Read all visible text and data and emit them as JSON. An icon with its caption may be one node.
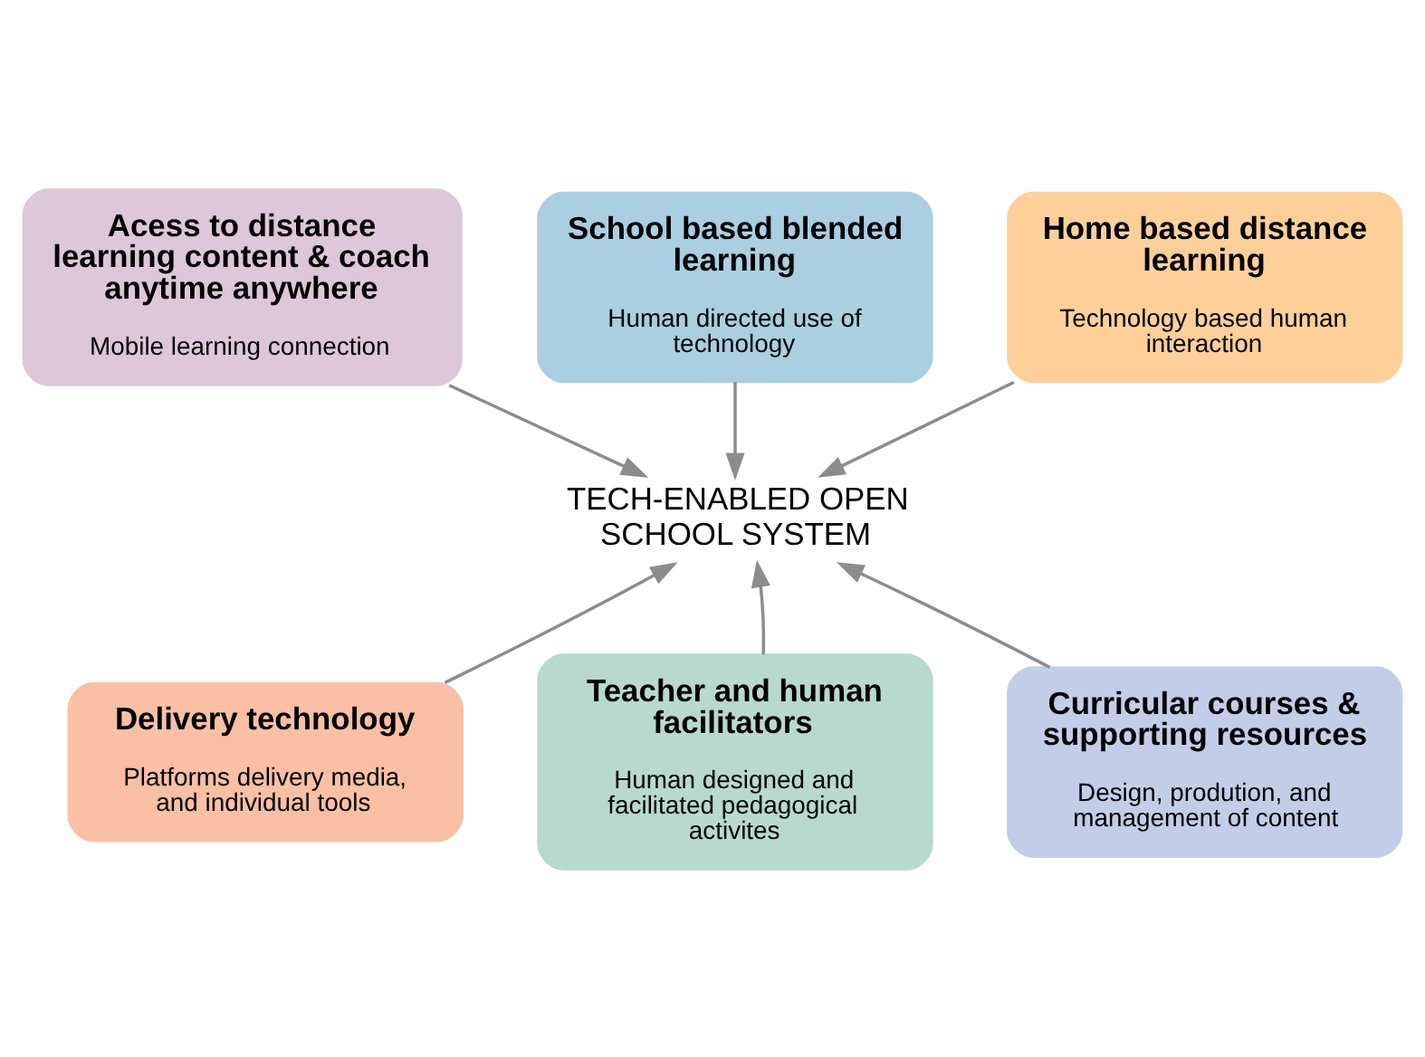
{
  "diagram": {
    "nodes": [
      {
        "text": [
          "School based blended learning",
          "Human directed use of technology"
        ]
      },
      {
        "text": [
          "Acess to distance learning content & coach anytime anywhere",
          "Mobile learning connection"
        ]
      },
      {
        "text": [
          "Home based distance learning",
          "Technology based human interaction"
        ]
      },
      {
        "text": [
          "TECH-ENABLED OPEN SCHOOL SYSTEM"
        ]
      },
      {
        "text": [
          "Delivery technology",
          "Platforms delivery media, and individual tools"
        ]
      },
      {
        "text": [
          "Curricular courses & supporting resources",
          "Design, prodution, and management of content"
        ]
      },
      {
        "text": [
          "Teacher and human facilitators",
          "Human designed and facilitated pedagogical activites"
        ]
      }
    ],
    "edges": [
      {
        "from": 0,
        "to": 3,
        "arrow": "to"
      },
      {
        "from": 1,
        "to": 3,
        "arrow": "to"
      },
      {
        "from": 2,
        "to": 3,
        "arrow": "to"
      },
      {
        "from": 4,
        "to": 3,
        "arrow": "to"
      },
      {
        "from": 5,
        "to": 3,
        "arrow": "to"
      },
      {
        "from": 6,
        "to": 3,
        "arrow": "to"
      }
    ]
  }
}
